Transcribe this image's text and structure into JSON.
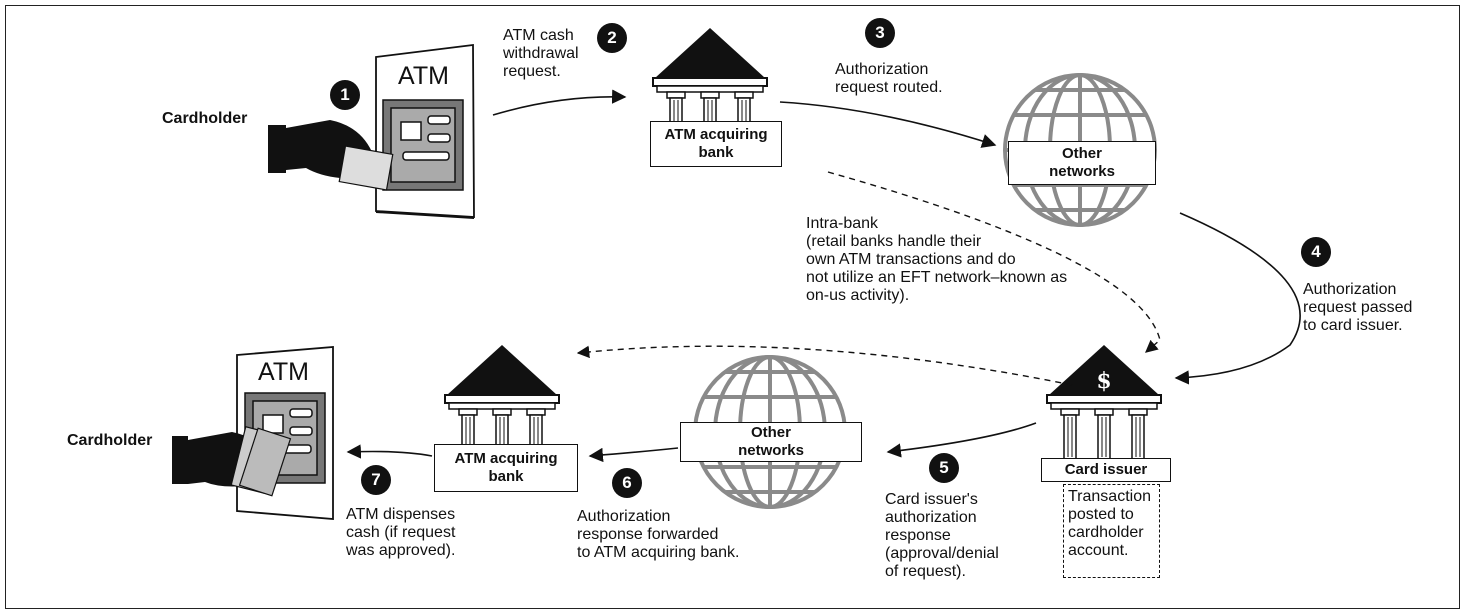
{
  "labels": {
    "cardholder_top": "Cardholder",
    "cardholder_bottom": "Cardholder",
    "atm_top": "ATM",
    "atm_bottom": "ATM",
    "atm_acq_top_l1": "ATM acquiring",
    "atm_acq_top_l2": "bank",
    "atm_acq_bot_l1": "ATM acquiring",
    "atm_acq_bot_l2": "bank",
    "other_top_l1": "Other",
    "other_top_l2": "networks",
    "other_bot_l1": "Other",
    "other_bot_l2": "networks",
    "card_issuer": "Card issuer",
    "dollar": "$"
  },
  "steps": {
    "s1": "1",
    "s2": "2",
    "s3": "3",
    "s4": "4",
    "s5": "5",
    "s6": "6",
    "s7": "7"
  },
  "captions": {
    "c2": [
      "ATM cash",
      "withdrawal",
      "request."
    ],
    "c3": [
      "Authorization",
      "request routed."
    ],
    "c4": [
      "Authorization",
      "request passed",
      "to card issuer."
    ],
    "c5": [
      "Card issuer's",
      "authorization",
      "response",
      "(approval/denial",
      "of request)."
    ],
    "c6": [
      "Authorization",
      "response forwarded",
      "to ATM acquiring bank."
    ],
    "c7": [
      "ATM dispenses",
      "cash (if request",
      "was approved)."
    ],
    "intra": [
      "Intra-bank",
      "(retail banks handle their",
      "own ATM transactions and do",
      "not utilize an EFT network–known as",
      "on-us activity)."
    ],
    "posted": [
      "Transaction",
      "posted to",
      "cardholder",
      "account."
    ]
  }
}
